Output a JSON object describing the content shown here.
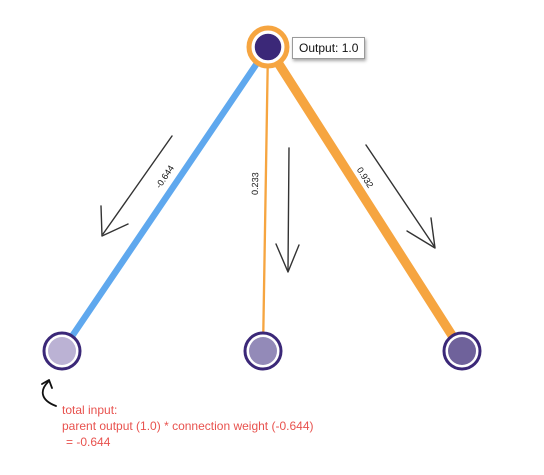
{
  "diagram": {
    "colors": {
      "negative_weight": "#5fa8ee",
      "positive_weight": "#f6a540",
      "node_border": "#3b2878",
      "parent_fill": "#3b2878",
      "parent_ring": "#f6a540",
      "pencil": "#333333",
      "annotation": "#e8524e"
    },
    "parent": {
      "name": "output-node",
      "fill": "#3b2878",
      "tooltip": "Output: 1.0"
    },
    "children": [
      {
        "name": "child-node-left",
        "fill": "#bbb2d4"
      },
      {
        "name": "child-node-middle",
        "fill": "#938ab8"
      },
      {
        "name": "child-node-right",
        "fill": "#6f629b"
      }
    ],
    "connections": [
      {
        "name": "connection-left",
        "child": 0,
        "weight": "-0.644",
        "value": -0.644,
        "color": "#5fa8ee"
      },
      {
        "name": "connection-middle",
        "child": 1,
        "weight": "0.233",
        "value": 0.233,
        "color": "#f6a540"
      },
      {
        "name": "connection-right",
        "child": 2,
        "weight": "0.932",
        "value": 0.932,
        "color": "#f6a540"
      }
    ],
    "annotation": {
      "line1": "total input:",
      "line2": "parent output (1.0) * connection weight (-0.644)",
      "line3": "= -0.644"
    }
  }
}
